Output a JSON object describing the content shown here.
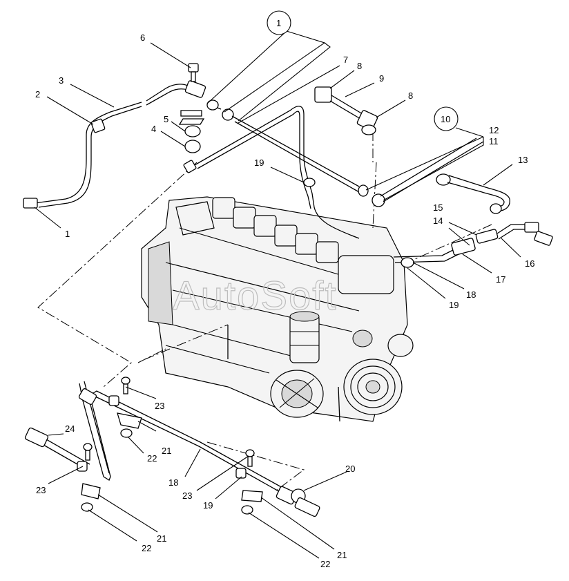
{
  "watermark": "AutoSoft",
  "callouts": {
    "c1_circled": "1",
    "c10_circled": "10",
    "c1": "1",
    "c2": "2",
    "c3": "3",
    "c4": "4",
    "c5": "5",
    "c6": "6",
    "c7": "7",
    "c8a": "8",
    "c8b": "8",
    "c9": "9",
    "c11": "11",
    "c12": "12",
    "c13": "13",
    "c14": "14",
    "c15": "15",
    "c16": "16",
    "c17": "17",
    "c18a": "18",
    "c18b": "18",
    "c19a": "19",
    "c19b": "19",
    "c19c": "19",
    "c20": "20",
    "c21a": "21",
    "c21b": "21",
    "c21c": "21",
    "c22a": "22",
    "c22b": "22",
    "c22c": "22",
    "c23a": "23",
    "c23b": "23",
    "c23c": "23",
    "c24": "24"
  }
}
